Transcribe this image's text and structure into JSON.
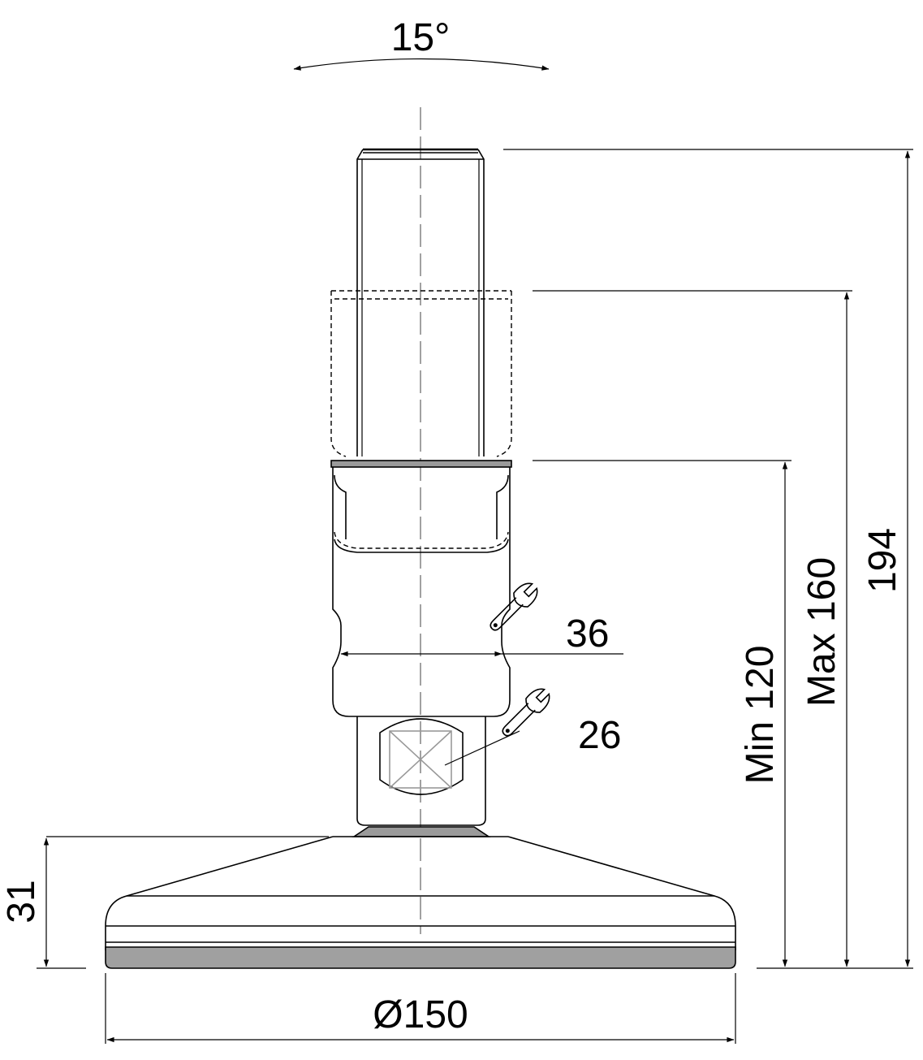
{
  "drawing": {
    "tilt_angle": "15°",
    "overall_height": "194",
    "max_height": "Max 160",
    "min_height": "Min 120",
    "base_height": "31",
    "base_diameter": "Ø150",
    "wrench_upper": "36",
    "wrench_lower": "26"
  },
  "colors": {
    "line": "#000000",
    "centerline": "#8a8a8a",
    "rubber_pad": "#a0a0a0",
    "background": "#ffffff"
  }
}
